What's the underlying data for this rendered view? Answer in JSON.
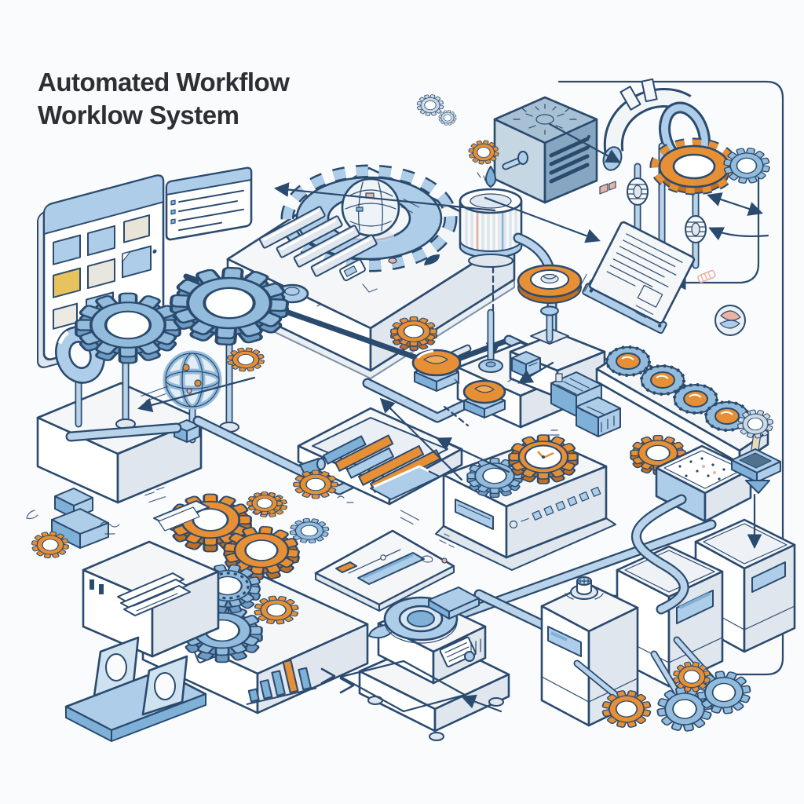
{
  "title": {
    "line1": "Automated Workflow",
    "line2": "Worklow System"
  },
  "palette": {
    "background": "#fafbfd",
    "paper": "#ffffff",
    "outline": "#2a4a6e",
    "ink": "#2c2f34",
    "pipe": "#b9d4ea",
    "blue_light": "#aecde9",
    "blue_mid": "#7fb0d8",
    "blue_gear": "#93bbdb",
    "gear_shadow": "#6f9ac2",
    "machine_face": "#f4f6f8",
    "machine_side": "#dfe6ee",
    "cube_top": "#a7c0d4",
    "cube_left": "#c6d7e4",
    "cube_right": "#87a6c1",
    "orange": "#e78f35",
    "orange_shadow": "#c06f22",
    "yellow": "#e7c35e",
    "salmon": "#e9b2a2",
    "sketch": "#ccdae6"
  },
  "components": [
    "browser-window-panel",
    "task-list-panel",
    "ai-core-platform",
    "gear-ring",
    "core-sphere",
    "vent-bars",
    "control-button",
    "motor-cube",
    "shaft-gear",
    "turbine-drum",
    "coolant-droplet",
    "headset-clamp",
    "support-poles",
    "orange-ring-gear",
    "blue-spur-gear",
    "document-board",
    "drive-gears-left",
    "ring-torus",
    "caged-wheel",
    "pipe-network",
    "mixer-bowls",
    "rotary-table",
    "pedestal-block",
    "chart-tray",
    "paper-output",
    "processing-machine",
    "gauge-gear",
    "indicator-squares",
    "roller-conveyor",
    "motor-units",
    "hopper-bin",
    "funnel-switch-box",
    "storage-boxes",
    "spill-gears",
    "gear-stack",
    "mini-bar-chart",
    "printer-cabinet",
    "plate-stands",
    "vibratory-feeder",
    "control-card",
    "flow-arrows",
    "sketch-gears",
    "swirl-shell"
  ]
}
